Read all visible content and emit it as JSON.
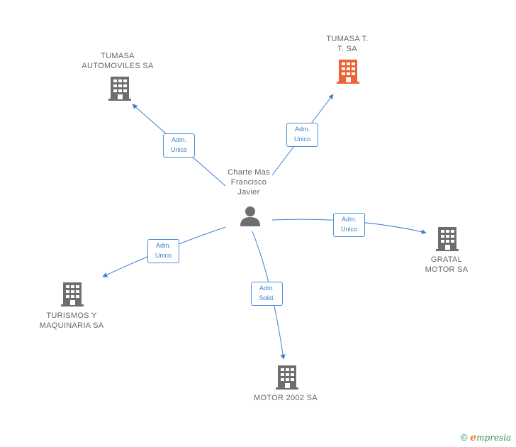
{
  "center": {
    "label": "Charte Mas\nFrancisco\nJavier",
    "icon": "person-icon"
  },
  "nodes": [
    {
      "id": "tumasa-automoviles",
      "label": "TUMASA\nAUTOMOVILES SA",
      "icon": "building-icon",
      "color": "#6e6e6e"
    },
    {
      "id": "tumasa-tt",
      "label": "TUMASA T.\nT. SA",
      "icon": "building-icon",
      "color": "#ef6234"
    },
    {
      "id": "gratal-motor",
      "label": "GRATAL\nMOTOR SA",
      "icon": "building-icon",
      "color": "#6e6e6e"
    },
    {
      "id": "turismos-maquinaria",
      "label": "TURISMOS Y\nMAQUINARIA SA",
      "icon": "building-icon",
      "color": "#6e6e6e"
    },
    {
      "id": "motor-2002",
      "label": "MOTOR 2002 SA",
      "icon": "building-icon",
      "color": "#6e6e6e"
    }
  ],
  "edges": [
    {
      "to": "tumasa-automoviles",
      "label": "Adm.\nUnico"
    },
    {
      "to": "tumasa-tt",
      "label": "Adm.\nUnico"
    },
    {
      "to": "gratal-motor",
      "label": "Adm.\nUnico"
    },
    {
      "to": "turismos-maquinaria",
      "label": "Adm.\nUnico"
    },
    {
      "to": "motor-2002",
      "label": "Adm.\nSolid."
    }
  ],
  "colors": {
    "edge": "#3c7fd0",
    "person": "#6e6e6e"
  },
  "footer": {
    "copyright": "©",
    "brand_initial": "e",
    "brand_rest": "mpresia"
  }
}
